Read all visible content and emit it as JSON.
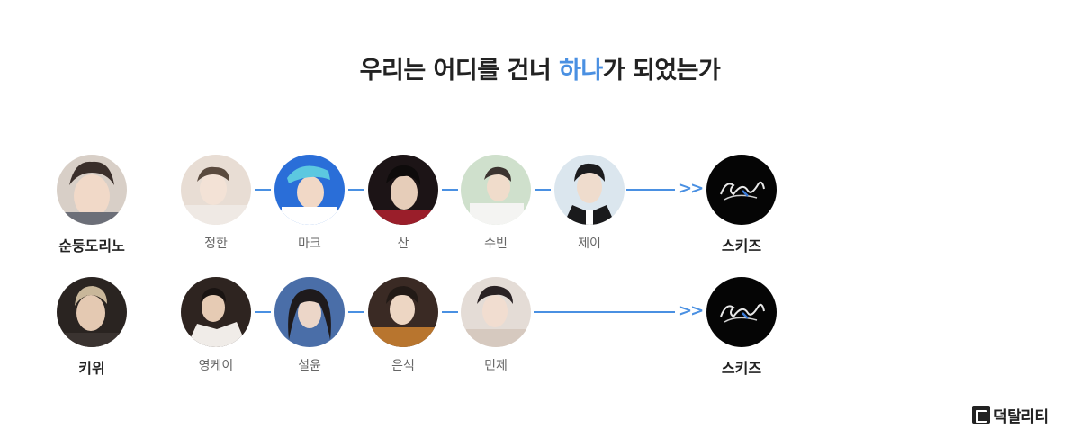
{
  "title": {
    "before": "우리는 어디를 건너 ",
    "highlight": "하나",
    "after": "가 되었는가"
  },
  "rows": [
    {
      "person": "순둥도리노",
      "path": [
        "정한",
        "마크",
        "산",
        "수빈",
        "제이"
      ],
      "destination": "스키즈"
    },
    {
      "person": "키위",
      "path": [
        "영케이",
        "설윤",
        "은석",
        "민제"
      ],
      "destination": "스키즈"
    }
  ],
  "arrow_glyph": ">>",
  "brand": {
    "name": "덕탈리티",
    "logo": "brand-mark-icon"
  },
  "colors": {
    "accent": "#4a90e2",
    "text": "#222222",
    "label": "#666666"
  }
}
